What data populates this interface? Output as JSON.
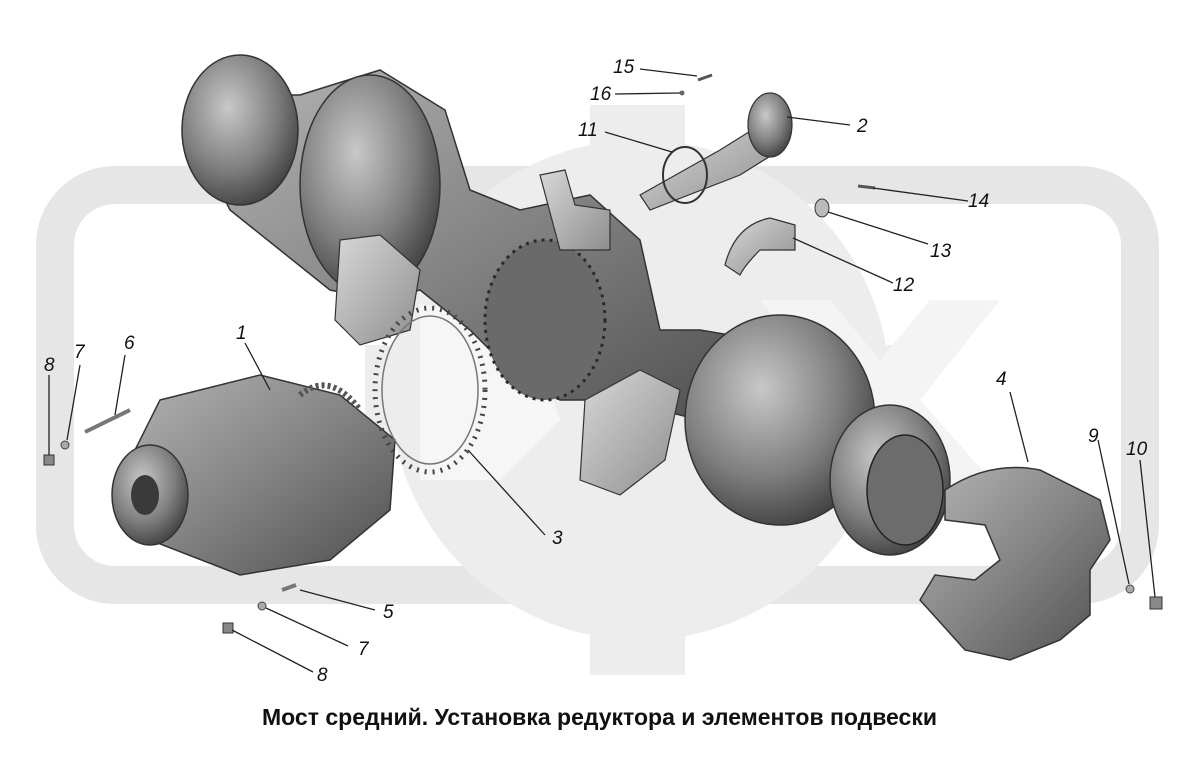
{
  "caption": "Мост средний. Установка редуктора и элементов подвески",
  "callouts": {
    "c1": "1",
    "c2": "2",
    "c3": "3",
    "c4": "4",
    "c5": "5",
    "c6": "6",
    "c7a": "7",
    "c7b": "7",
    "c8a": "8",
    "c8b": "8",
    "c9": "9",
    "c10": "10",
    "c11": "11",
    "c12": "12",
    "c13": "13",
    "c14": "14",
    "c15": "15",
    "c16": "16"
  },
  "colors": {
    "part": "#8a8a8a",
    "part_dark": "#4a4a4a",
    "part_light": "#c4c4c4",
    "watermark": "#e6e6e6",
    "line": "#222222"
  }
}
